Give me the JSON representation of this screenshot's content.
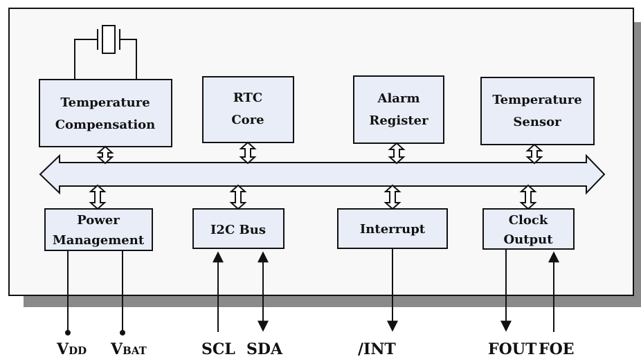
{
  "blocks": {
    "temp_comp": {
      "line1": "Temperature",
      "line2": "Compensation"
    },
    "rtc_core": {
      "line1": "RTC",
      "line2": "Core"
    },
    "alarm": {
      "line1": "Alarm",
      "line2": "Register"
    },
    "temp_sensor": {
      "line1": "Temperature",
      "line2": "Sensor"
    },
    "power": {
      "line1": "Power",
      "line2": "Management"
    },
    "i2c": {
      "line1": "I2C Bus"
    },
    "interrupt": {
      "line1": "Interrupt"
    },
    "clock": {
      "line1": "Clock",
      "line2": "Output"
    }
  },
  "pins": {
    "vdd": {
      "main": "V",
      "sub": "DD"
    },
    "vbat": {
      "main": "V",
      "sub": "BAT"
    },
    "scl": "SCL",
    "sda": "SDA",
    "int": "/INT",
    "fout": "FOUT",
    "foe": "FOE"
  },
  "colors": {
    "block_fill": "#e8edf7",
    "chip_fill": "#f8f8f8",
    "shadow": "#8a8a8a",
    "bus_fill": "#e8edf7",
    "line": "#111111"
  }
}
